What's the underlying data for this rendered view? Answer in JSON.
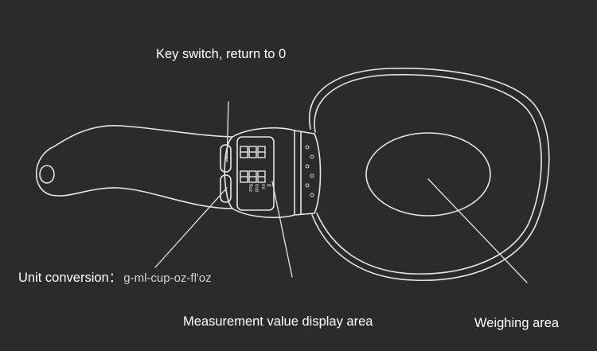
{
  "labels": {
    "key_switch": "Key switch, return to 0",
    "unit_conversion": "Unit conversion：",
    "unit_list": "g-ml-cup-oz-fl'oz",
    "measurement_display": "Measurement value display area",
    "weighing_area": "Weighing area"
  },
  "lcd": {
    "units": [
      "g",
      "ml",
      "cup",
      "floz"
    ]
  },
  "colors": {
    "background": "#2b2b2b",
    "outline": "#e6e6e6",
    "text": "#ffffff"
  }
}
